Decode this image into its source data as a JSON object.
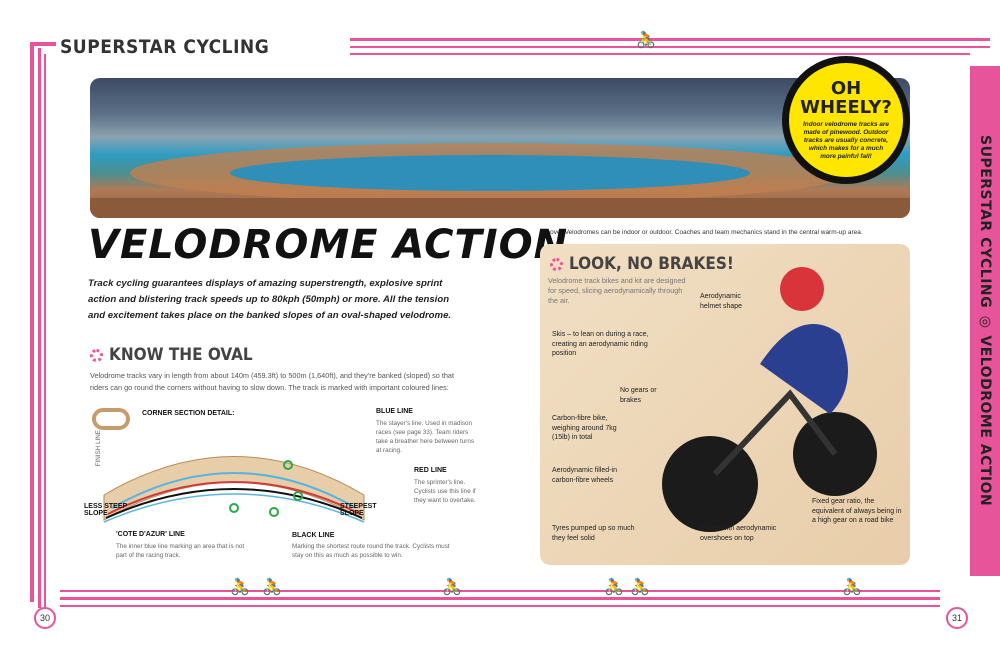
{
  "header": {
    "title": "SUPERSTAR CYCLING"
  },
  "badge": {
    "title": "OH WHEELY?",
    "text": "Indoor velodrome tracks are made of pinewood. Outdoor tracks are usually concrete, which makes for a much more painful fall!"
  },
  "caption": "(Above) Velodromes can be indoor or outdoor. Coaches and team mechanics stand in the central warm-up area.",
  "main": {
    "title": "VELODROME ACTION",
    "intro": "Track cycling guarantees displays of amazing superstrength, explosive sprint action and blistering track speeds up to 80kph (50mph) or more. All the tension and excitement takes place on the banked slopes of an oval-shaped velodrome."
  },
  "oval": {
    "heading": "KNOW THE OVAL",
    "text": "Velodrome tracks vary in length from about 140m (459.3ft) to 500m (1,640ft), and they're banked (sloped) so that riders can go round the corners without having to slow down. The track is marked with important coloured lines:",
    "finish_line": "FINISH LINE",
    "corner_detail": "CORNER SECTION DETAIL:",
    "less_steep": "LESS STEEP SLOPE",
    "steepest": "STEEPEST SLOPE",
    "blue": {
      "label": "BLUE LINE",
      "desc": "The stayer's line. Used in madison races (see page 33). Team riders take a breather here between turns at racing."
    },
    "red": {
      "label": "RED LINE",
      "desc": "The sprinter's line. Cyclists use this line if they want to overtake."
    },
    "black": {
      "label": "BLACK LINE",
      "desc": "Marking the shortest route round the track. Cyclists must stay on this as much as possible to win."
    },
    "cote": {
      "label": "'COTE D'AZUR' LINE",
      "desc": "The inner blue line marking an area that is not part of the racing track."
    }
  },
  "brakes": {
    "heading": "LOOK, NO BRAKES!",
    "intro": "Velodrome track bikes and kit are designed for speed, slicing aerodynamically through the air.",
    "notes": [
      "Aerodynamic helmet shape",
      "Skis – to lean on during a race, creating an aerodynamic riding position",
      "No gears or brakes",
      "Carbon-fibre bike, weighing around 7kg (15lb) in total",
      "Aerodynamic filled-in carbon-fibre wheels",
      "Tyres pumped up so much they feel solid",
      "Shoes with aerodynamic overshoes on top",
      "Fixed gear ratio, the equivalent of always being in a high gear on a road bike"
    ]
  },
  "side_tab": {
    "label": "SUPERSTAR CYCLING  ◎  VELODROME ACTION"
  },
  "pages": {
    "left": "30",
    "right": "31"
  },
  "colors": {
    "accent": "#e8549a",
    "badge": "#ffe600"
  }
}
